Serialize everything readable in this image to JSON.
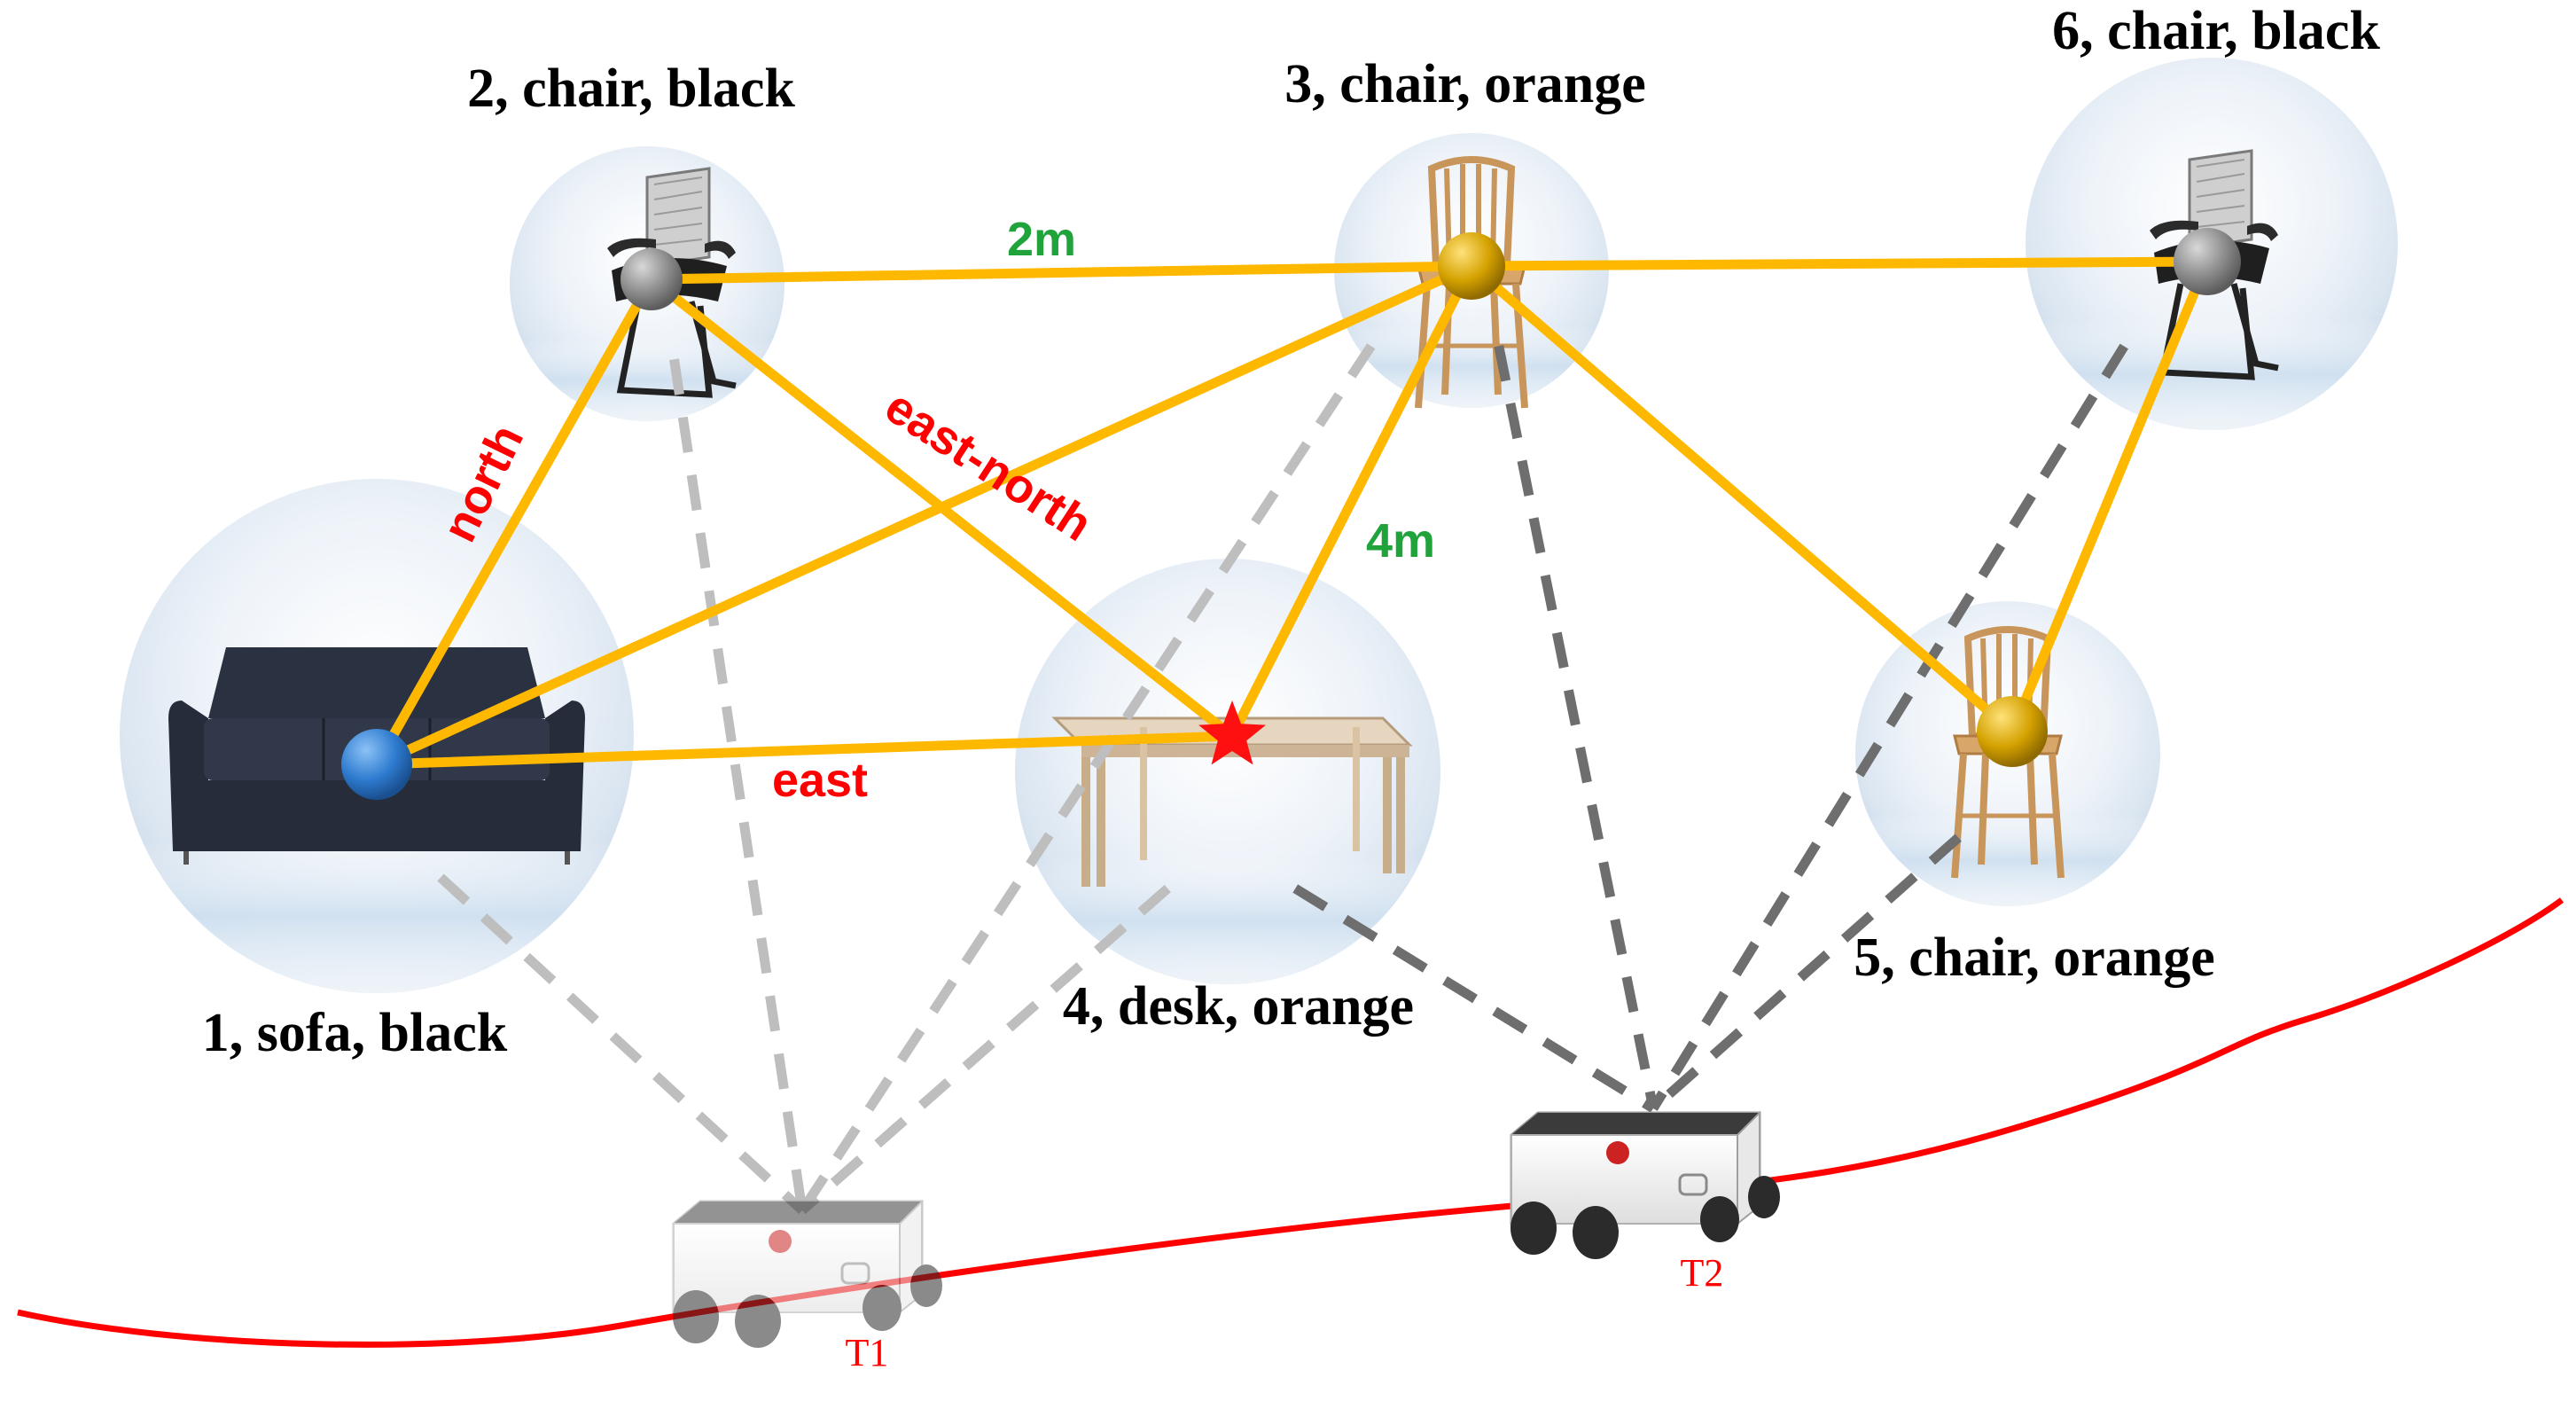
{
  "colors": {
    "edge": "#FFB800",
    "path": "#FF0000",
    "relation_text": "#FF0000",
    "distance_text": "#1FA33A",
    "node_black": "#8C8C8C",
    "node_orange": "#D4A100",
    "node_sofa": "#2E7BD0",
    "target_star": "#FF1010",
    "dash_light": "#BEBEBE",
    "dash_dark": "#6E6E6E",
    "robot_label": "#FF0000"
  },
  "objects": [
    {
      "id": "1",
      "label": "1, sofa, black",
      "kind": "sofa",
      "color": "black"
    },
    {
      "id": "2",
      "label": "2, chair, black",
      "kind": "office-chair",
      "color": "black"
    },
    {
      "id": "3",
      "label": "3, chair, orange",
      "kind": "wooden-chair",
      "color": "orange"
    },
    {
      "id": "4",
      "label": "4, desk, orange",
      "kind": "desk",
      "color": "orange"
    },
    {
      "id": "5",
      "label": "5, chair, orange",
      "kind": "wooden-chair",
      "color": "orange"
    },
    {
      "id": "6",
      "label": "6, chair, black",
      "kind": "office-chair",
      "color": "black"
    }
  ],
  "edges": [
    {
      "from": "1",
      "to": "2",
      "label": "north",
      "label_type": "relation"
    },
    {
      "from": "1",
      "to": "4",
      "label": "east",
      "label_type": "relation"
    },
    {
      "from": "1",
      "to": "3",
      "label": "",
      "label_type": ""
    },
    {
      "from": "2",
      "to": "3",
      "label": "2m",
      "label_type": "distance"
    },
    {
      "from": "2",
      "to": "4",
      "label": "east-north",
      "label_type": "relation"
    },
    {
      "from": "3",
      "to": "4",
      "label": "4m",
      "label_type": "distance"
    },
    {
      "from": "3",
      "to": "6",
      "label": "",
      "label_type": ""
    },
    {
      "from": "3",
      "to": "5",
      "label": "",
      "label_type": ""
    },
    {
      "from": "6",
      "to": "5",
      "label": "",
      "label_type": ""
    }
  ],
  "robots": [
    {
      "id": "T1",
      "label": "T1",
      "observes": [
        "1",
        "2",
        "3",
        "4"
      ]
    },
    {
      "id": "T2",
      "label": "T2",
      "observes": [
        "3",
        "4",
        "5",
        "6"
      ]
    }
  ],
  "icons": {
    "target": "star-icon",
    "robot": "mobile-robot-icon",
    "trajectory": "trajectory-path"
  }
}
